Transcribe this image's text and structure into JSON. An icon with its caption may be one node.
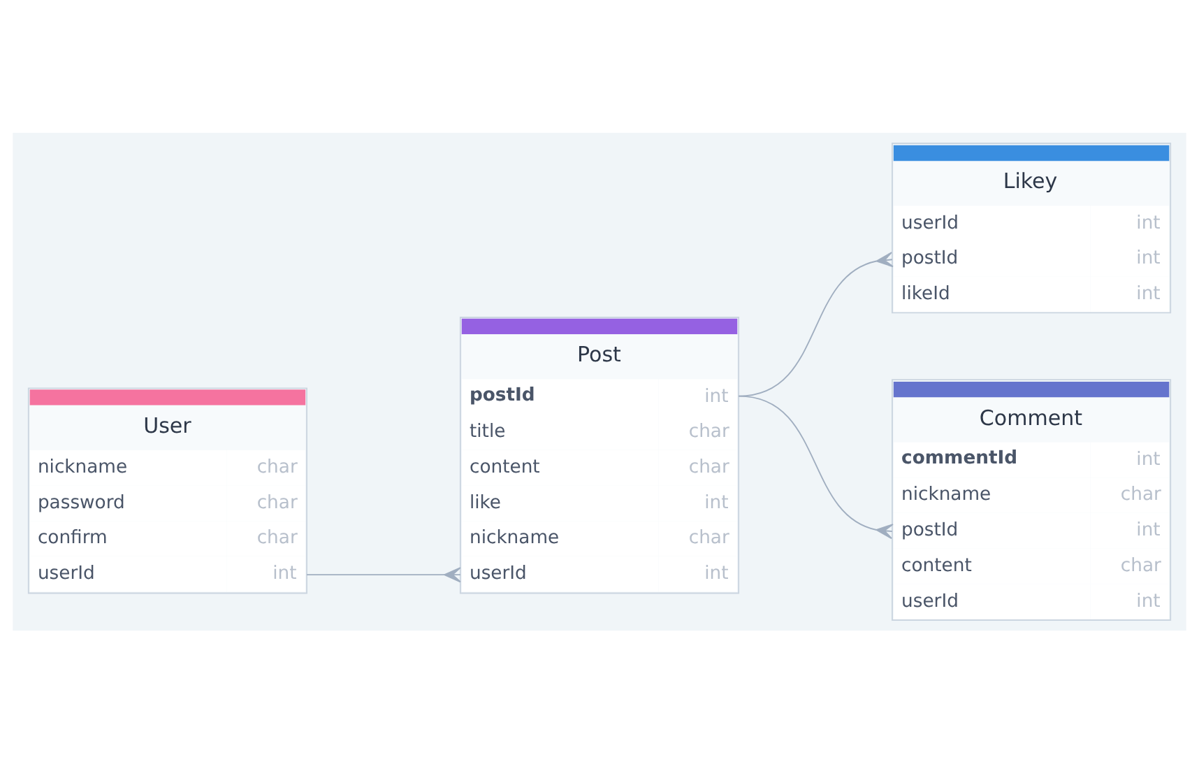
{
  "diagram": {
    "nodes": [
      {
        "text": [
          "User",
          "nickname",
          "char",
          "password",
          "char",
          "confirm",
          "char",
          "userId",
          "int"
        ]
      },
      {
        "text": [
          "Likey",
          "userId",
          "int",
          "postId",
          "int",
          "likeId",
          "int"
        ]
      },
      {
        "text": [
          "Post",
          "postId",
          "int",
          "title",
          "char",
          "content",
          "char",
          "like",
          "int",
          "nickname",
          "char",
          "userId",
          "int"
        ]
      },
      {
        "text": [
          "Comment",
          "commentId",
          "int",
          "nickname",
          "char",
          "postId",
          "int",
          "content",
          "char",
          "userId",
          "int"
        ]
      }
    ],
    "edges": [
      {
        "from": 0,
        "to": 2,
        "arrow": "other"
      },
      {
        "from": 2,
        "to": 1,
        "arrow": "other"
      },
      {
        "from": 2,
        "to": 3,
        "arrow": "other"
      }
    ]
  }
}
